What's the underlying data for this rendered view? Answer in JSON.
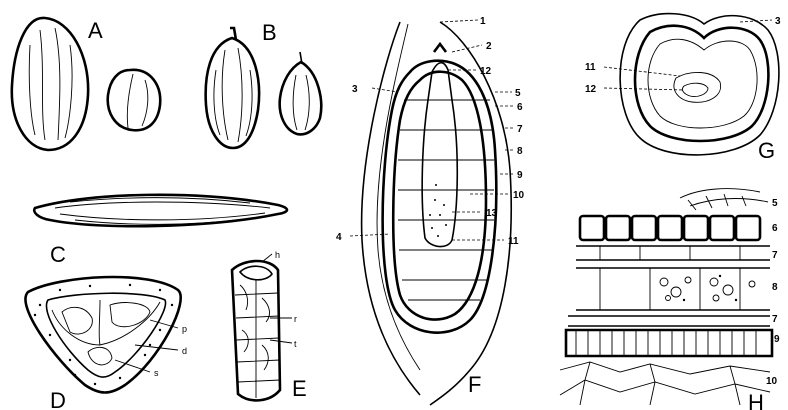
{
  "figure": {
    "panels": {
      "A": "A",
      "B": "B",
      "C": "C",
      "D": "D",
      "E": "E",
      "F": "F",
      "G": "G",
      "H": "H"
    },
    "d_labels": {
      "p": "p",
      "d": "d",
      "s": "s"
    },
    "e_labels": {
      "h": "h",
      "r": "r",
      "t": "t"
    },
    "f_callouts": [
      "1",
      "2",
      "3",
      "12",
      "5",
      "6",
      "7",
      "8",
      "9",
      "10",
      "13",
      "4",
      "11"
    ],
    "g_callouts": [
      "3",
      "11",
      "12"
    ],
    "h_callouts": [
      "5",
      "6",
      "7",
      "8",
      "7",
      "9",
      "10"
    ]
  }
}
